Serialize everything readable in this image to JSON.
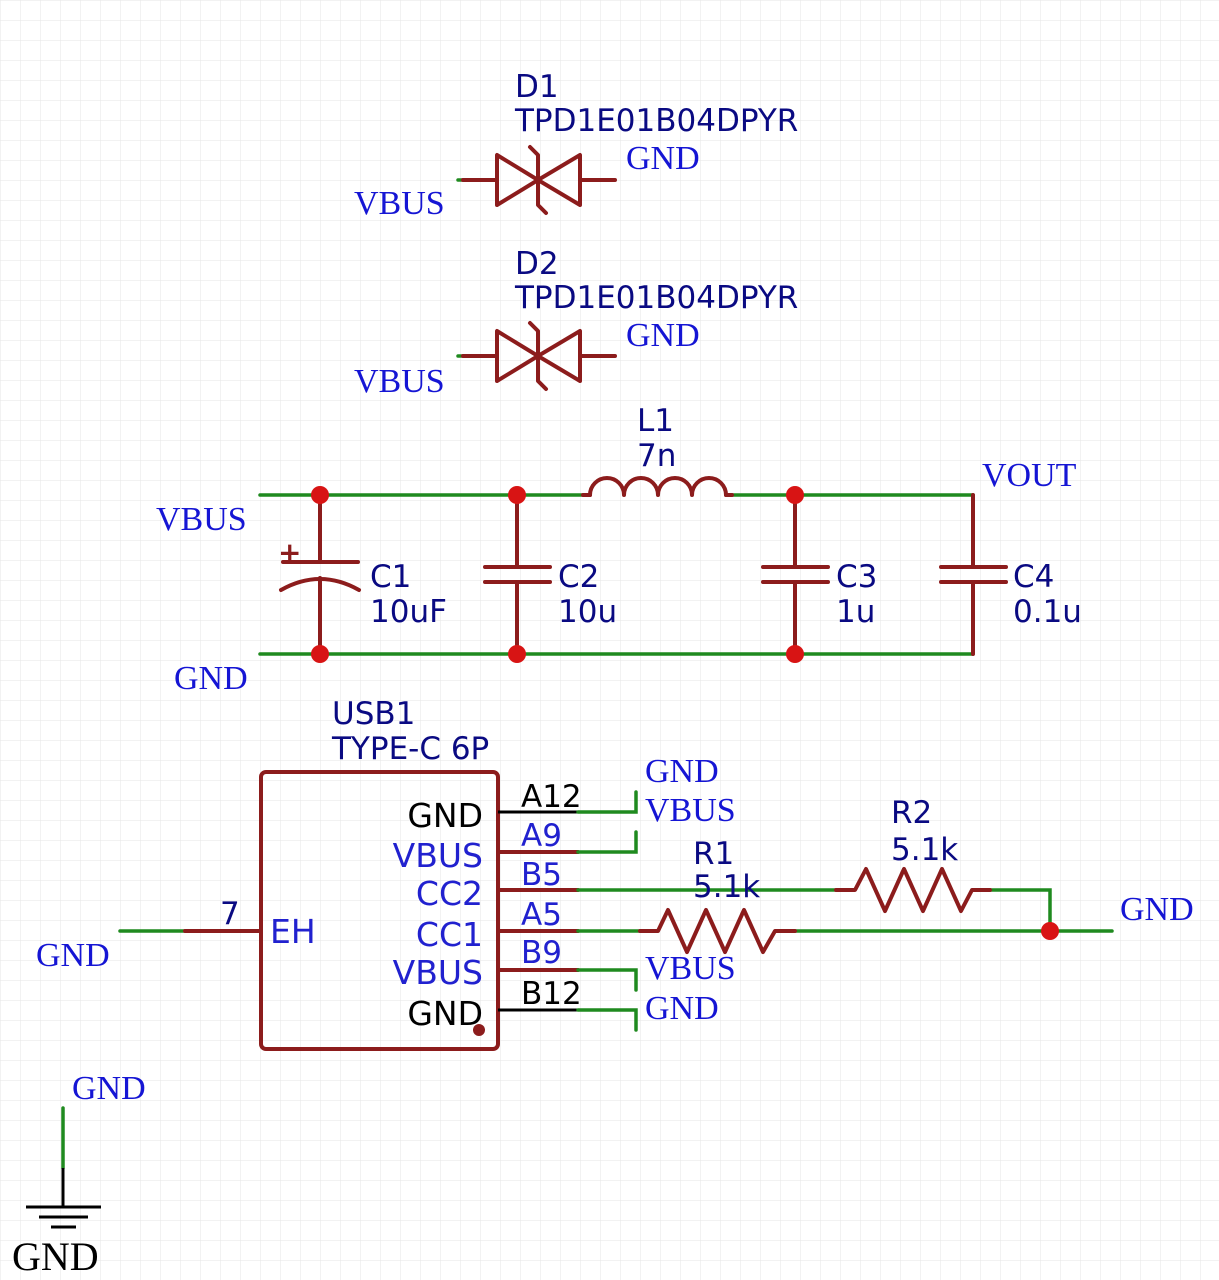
{
  "diagram": {
    "colors": {
      "wire": "#1f8a1f",
      "component": "#8c1c1c",
      "junction": "#d81414",
      "net_label": "#1515d4",
      "designator": "#0a0a82",
      "grid": "#e6e6e6"
    },
    "d1": {
      "ref": "D1",
      "value": "TPD1E01B04DPYR",
      "net_left": "VBUS",
      "net_right": "GND"
    },
    "d2": {
      "ref": "D2",
      "value": "TPD1E01B04DPYR",
      "net_left": "VBUS",
      "net_right": "GND"
    },
    "l1": {
      "ref": "L1",
      "value": "7n"
    },
    "c1": {
      "ref": "C1",
      "value": "10uF",
      "polarity": "+"
    },
    "c2": {
      "ref": "C2",
      "value": "10u"
    },
    "c3": {
      "ref": "C3",
      "value": "1u"
    },
    "c4": {
      "ref": "C4",
      "value": "0.1u"
    },
    "filter_nets": {
      "vbus": "VBUS",
      "gnd": "GND",
      "vout": "VOUT"
    },
    "usb1": {
      "ref": "USB1",
      "value": "TYPE-C 6P",
      "left_pin": {
        "number": "7",
        "name": "EH",
        "net": "GND"
      },
      "pins": [
        {
          "number": "A12",
          "name": "GND",
          "net": "GND"
        },
        {
          "number": "A9",
          "name": "VBUS",
          "net": "VBUS"
        },
        {
          "number": "B5",
          "name": "CC2",
          "net": ""
        },
        {
          "number": "A5",
          "name": "CC1",
          "net": ""
        },
        {
          "number": "B9",
          "name": "VBUS",
          "net": "VBUS"
        },
        {
          "number": "B12",
          "name": "GND",
          "net": "GND"
        }
      ]
    },
    "r1": {
      "ref": "R1",
      "value": "5.1k"
    },
    "r2": {
      "ref": "R2",
      "value": "5.1k"
    },
    "resistor_net": "GND",
    "ground_symbol": {
      "net": "GND",
      "label": "GND"
    }
  }
}
